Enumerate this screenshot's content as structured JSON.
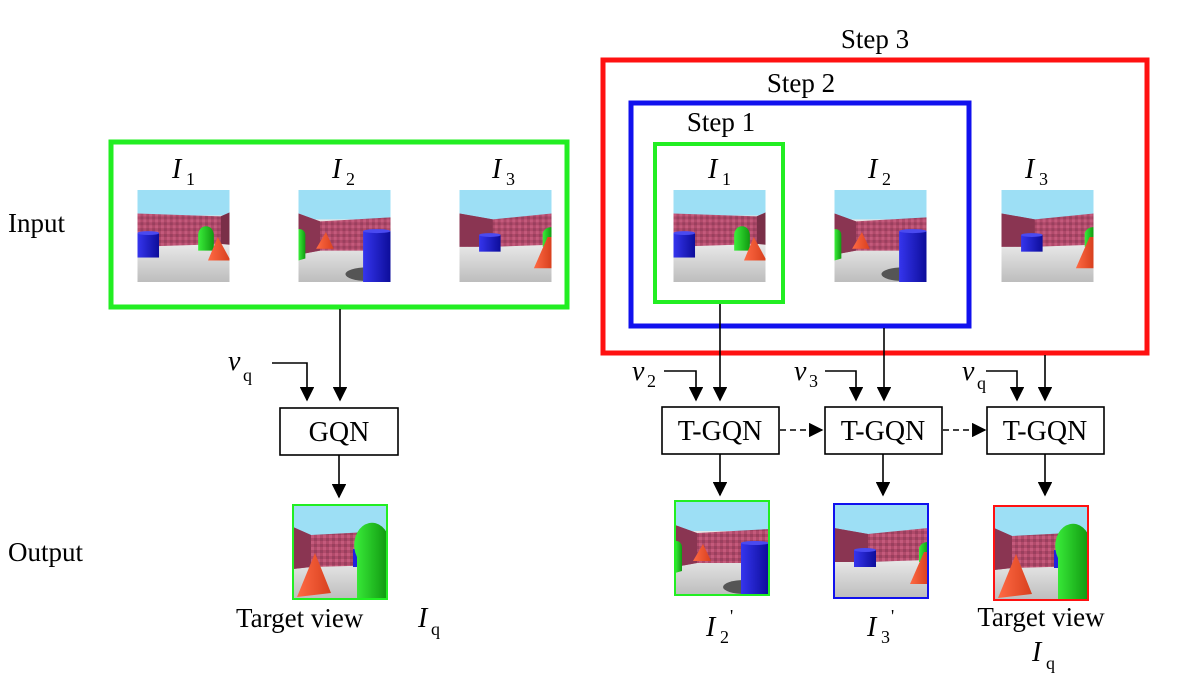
{
  "colors": {
    "step1": "#22ee22",
    "step2": "#1111ee",
    "step3": "#ff1111",
    "input_frame_left": "#22ee22",
    "sky": "#9ddff5",
    "wall": "#b04a6a",
    "floor": "#d8d8d8",
    "cube": "#2222dd",
    "sphere": "#22cc22",
    "cone": "#ee5533"
  },
  "left": {
    "row_labels": {
      "input": "Input",
      "output": "Output"
    },
    "inputs": [
      {
        "symbol": "I",
        "sub": "1",
        "scene": "view1"
      },
      {
        "symbol": "I",
        "sub": "2",
        "scene": "view2"
      },
      {
        "symbol": "I",
        "sub": "3",
        "scene": "view3"
      }
    ],
    "query": {
      "symbol": "v",
      "sub": "q"
    },
    "model": "GQN",
    "output": {
      "caption": "Target view",
      "symbol": "I",
      "sub": "q",
      "scene": "target"
    }
  },
  "right": {
    "steps": [
      {
        "label": "Step 3",
        "color_key": "step3"
      },
      {
        "label": "Step 2",
        "color_key": "step2"
      },
      {
        "label": "Step 1",
        "color_key": "step1"
      }
    ],
    "inputs": [
      {
        "symbol": "I",
        "sub": "1",
        "scene": "view1"
      },
      {
        "symbol": "I",
        "sub": "2",
        "scene": "view2"
      },
      {
        "symbol": "I",
        "sub": "3",
        "scene": "view3"
      }
    ],
    "models": [
      {
        "label": "T-GQN",
        "query": {
          "symbol": "v",
          "sub": "2"
        }
      },
      {
        "label": "T-GQN",
        "query": {
          "symbol": "v",
          "sub": "3"
        }
      },
      {
        "label": "T-GQN",
        "query": {
          "symbol": "v",
          "sub": "q"
        }
      }
    ],
    "outputs": [
      {
        "symbol": "I",
        "sub": "2",
        "prime": "'",
        "frame": "step1",
        "scene": "view2"
      },
      {
        "symbol": "I",
        "sub": "3",
        "prime": "'",
        "frame": "step2",
        "scene": "view3"
      },
      {
        "caption": "Target view",
        "symbol": "I",
        "sub": "q",
        "frame": "step3",
        "scene": "target"
      }
    ]
  }
}
